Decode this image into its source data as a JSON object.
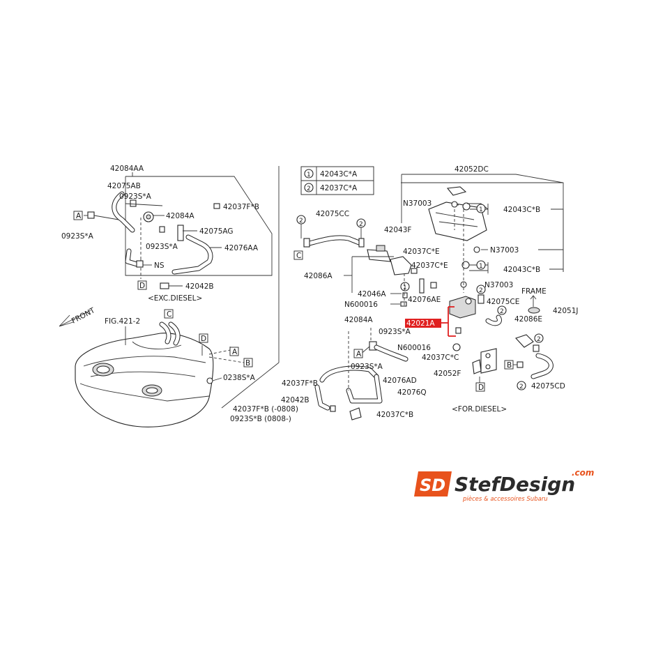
{
  "labels": {
    "l_42084AA": "42084AA",
    "l_42075AB": "42075AB",
    "l_0923SA_1": "0923S*A",
    "l_A_left": "A",
    "l_0923SA_2": "0923S*A",
    "l_42084A_l": "42084A",
    "l_42037FB_top": "42037F*B",
    "l_42075AG": "42075AG",
    "l_0923SA_3": "0923S*A",
    "l_42076AA": "42076AA",
    "l_NS": "NS",
    "l_D_left": "D",
    "l_42042B_top": "42042B",
    "l_exc_diesel": "<EXC.DIESEL>",
    "l_front": "FRONT",
    "l_fig": "FIG.421-2",
    "l_C_tank": "C",
    "l_D_tank": "D",
    "l_A_tank": "A",
    "l_B_tank": "B",
    "l_0238SA": "0238S*A",
    "l_42037FB_bot": "42037F*B",
    "l_42042B_bot": "42042B",
    "l_42037FB_0808": "42037F*B (-0808)",
    "l_0923SB_0808": "0923S*B  (0808-)",
    "l_legend_1": "42043C*A",
    "l_legend_2": "42037C*A",
    "l_legend_num1": "1",
    "l_legend_num2": "2",
    "l_42052DC": "42052DC",
    "l_N37003_1": "N37003",
    "l_42043CB_1": "42043C*B",
    "l_42075CC": "42075CC",
    "l_42043F": "42043F",
    "l_C_mid": "C",
    "l_42037CE_1": "42037C*E",
    "l_N37003_2": "N37003",
    "l_42037CE_2": "42037C*E",
    "l_42043CB_2": "42043C*B",
    "l_42086A": "42086A",
    "l_42046A": "42046A",
    "l_N37003_3": "N37003",
    "l_N600016_1": "N600016",
    "l_42076AE": "42076AE",
    "l_frame": "FRAME",
    "l_42075CE": "42075CE",
    "l_42051J": "42051J",
    "l_42084A_m": "42084A",
    "l_42021A": "42021A",
    "l_0923SA_m1": "0923S*A",
    "l_42086E": "42086E",
    "l_N600016_2": "N600016",
    "l_A_mid": "A",
    "l_42037CC": "42037C*C",
    "l_0923SA_m2": "0923S*A",
    "l_B_mid": "B",
    "l_42076AD": "42076AD",
    "l_42052F": "42052F",
    "l_42076Q": "42076Q",
    "l_D_mid": "D",
    "l_42075CD": "42075CD",
    "l_for_diesel": "<FOR.DIESEL>",
    "l_42037CB": "42037C*B"
  },
  "logo": {
    "brand": "StefDesign",
    "domain": ".com",
    "tagline": "pièces & accessoires Subaru",
    "mark": "SD",
    "accent": "#e8521c",
    "dark": "#2b2b2b"
  },
  "highlight": {
    "part": "42021A",
    "color": "#e02020"
  }
}
